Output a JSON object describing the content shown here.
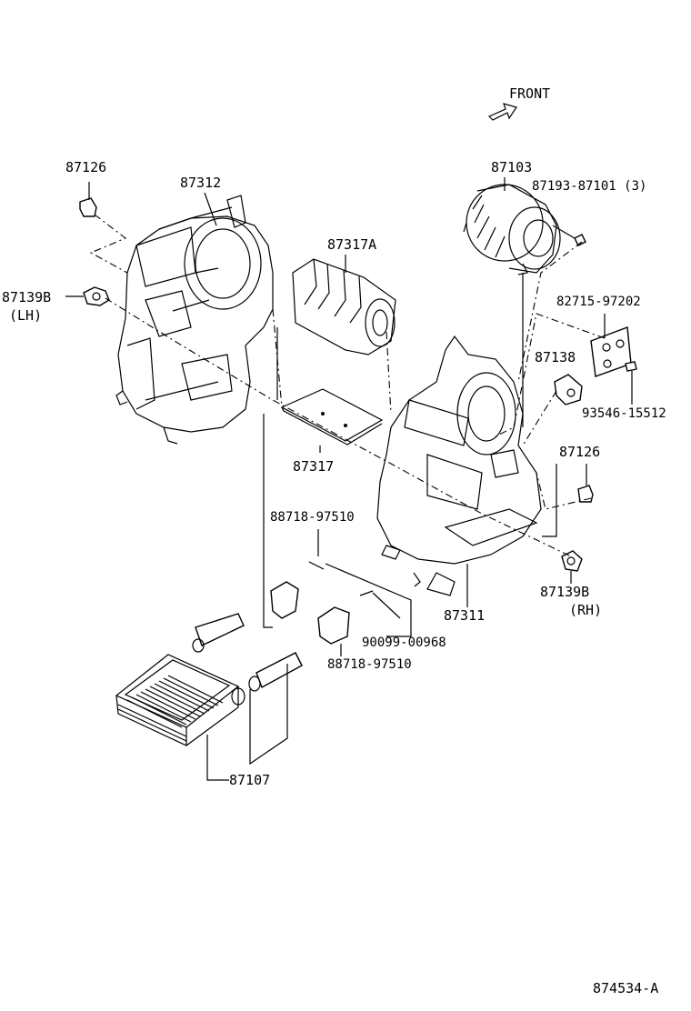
{
  "labels": {
    "front": "FRONT",
    "p87126_top": "87126",
    "p87312": "87312",
    "p87139B_lh": "87139B",
    "lh": "(LH)",
    "p87317A": "87317A",
    "p87103": "87103",
    "p87193": "87193-87101 (3)",
    "p82715": "82715-97202",
    "p87138": "87138",
    "p93546": "93546-15512",
    "p87126_right": "87126",
    "p87317": "87317",
    "p88718_upper": "88718-97510",
    "p87311": "87311",
    "p87139B_rh": "87139B",
    "rh": "(RH)",
    "p90099": "90099-00968",
    "p88718_lower": "88718-97510",
    "p87107": "87107",
    "diagram_id": "874534-A"
  }
}
